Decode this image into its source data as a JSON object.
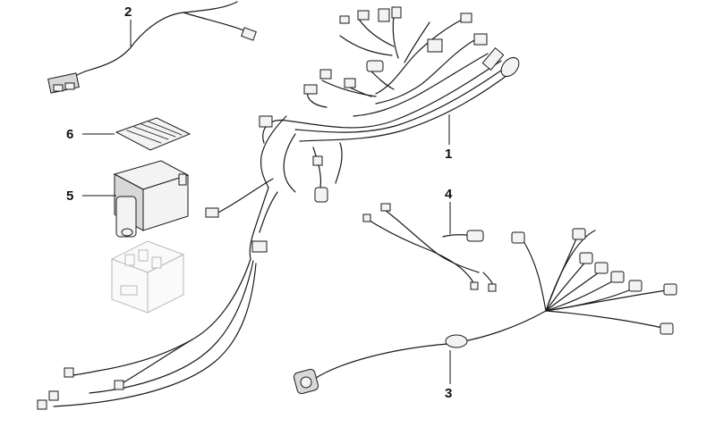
{
  "callouts": [
    {
      "id": "2",
      "label": "2"
    },
    {
      "id": "6",
      "label": "6"
    },
    {
      "id": "5",
      "label": "5"
    },
    {
      "id": "1",
      "label": "1"
    },
    {
      "id": "4",
      "label": "4"
    },
    {
      "id": "3",
      "label": "3"
    }
  ]
}
